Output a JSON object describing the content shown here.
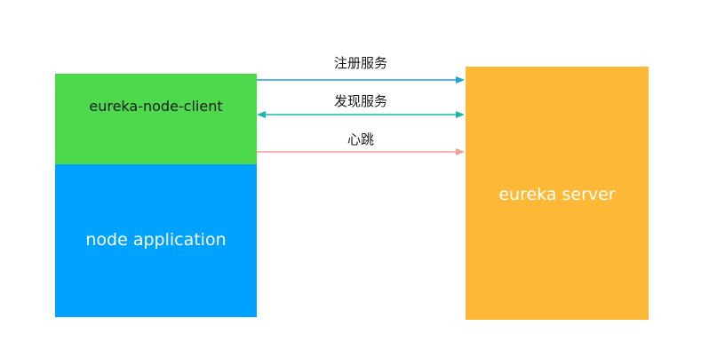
{
  "colors": {
    "client": "#4cd94c",
    "application": "#00a2ff",
    "server": "#fdb836",
    "register_arrow": "#1aa3e0",
    "discover_arrow": "#19b9a9",
    "heartbeat_arrow": "#f79a9a"
  },
  "boxes": {
    "client_label": "eureka-node-client",
    "application_label": "node application",
    "server_label": "eureka server"
  },
  "arrows": {
    "register_label": "注册服务",
    "discover_label": "发现服务",
    "heartbeat_label": "心跳"
  }
}
